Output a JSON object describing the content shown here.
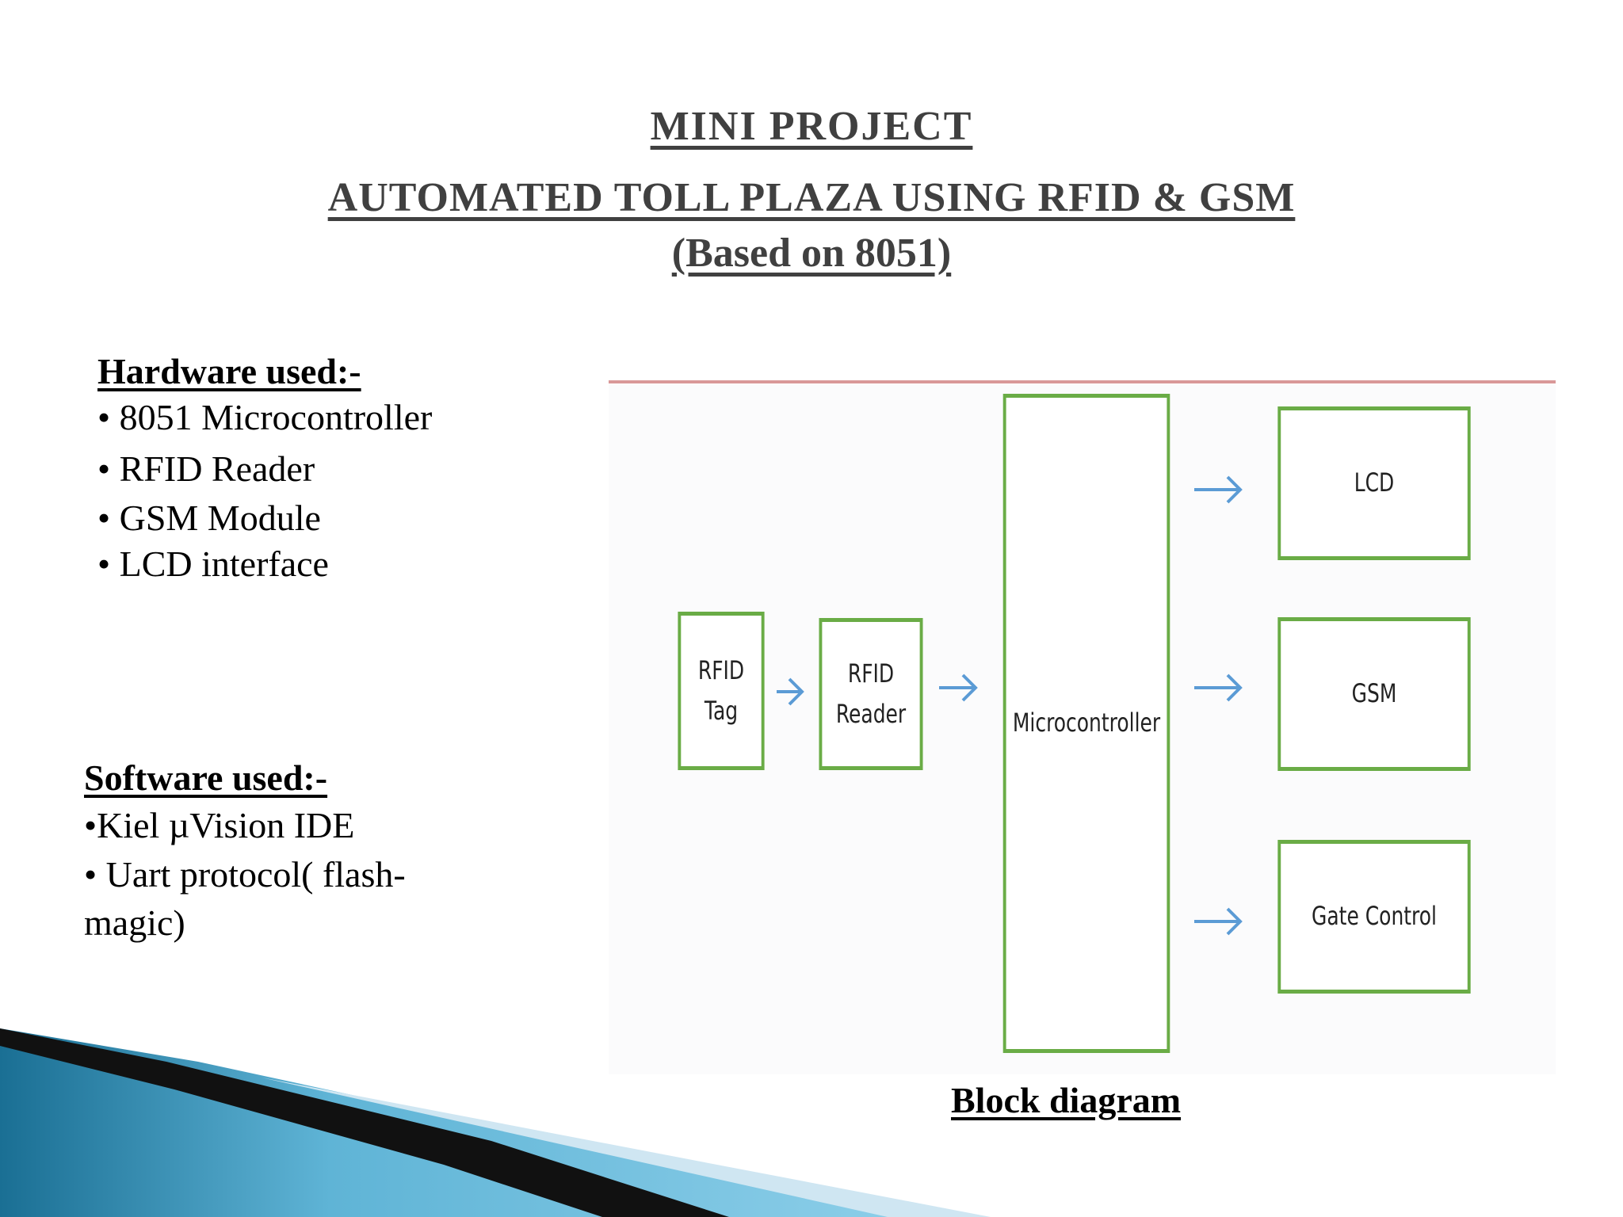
{
  "title": {
    "line1": "MINI PROJECT",
    "line2": "AUTOMATED TOLL PLAZA USING RFID & GSM",
    "line3": "(Based on 8051)"
  },
  "hardware": {
    "heading": "Hardware used:-",
    "items": [
      "• 8051 Microcontroller",
      "• RFID Reader",
      "• GSM Module",
      "• LCD interface"
    ]
  },
  "software": {
    "heading": "Software used:-",
    "items": [
      "•Kiel µVision IDE",
      "• Uart protocol( flash-",
      "magic)"
    ]
  },
  "diagram": {
    "blocks": {
      "rfid_tag": "RFID Tag",
      "rfid_reader_line1": "RFID",
      "rfid_reader_line2": "Reader",
      "microcontroller": "Microcontroller",
      "lcd": "LCD",
      "gsm": "GSM",
      "gate_control": "Gate Control"
    },
    "caption": "Block diagram",
    "colors": {
      "block_border": "#6aac46",
      "arrow": "#5b9bd5",
      "rule": "#d99898"
    }
  }
}
